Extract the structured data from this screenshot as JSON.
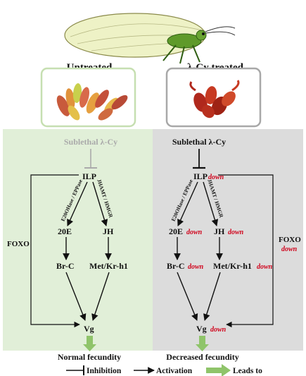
{
  "headers": {
    "left": "Untreated",
    "right": "λ-Cy treated"
  },
  "left": {
    "top_label": "Sublethal λ-Cy",
    "ilp": "ILP",
    "enz1": "E20OHase / EPPase",
    "enz2": "JHAMT / HMGR",
    "e20": "20E",
    "jh": "JH",
    "brc": "Br-C",
    "met": "Met/Kr-h1",
    "vg": "Vg",
    "foxo": "FOXO",
    "outcome": "Normal fecundity"
  },
  "right": {
    "top_label": "Sublethal λ-Cy",
    "ilp": "ILP",
    "enz1": "E20OHase / EPPase",
    "enz2": "JHAMT / HMGR",
    "e20": "20E",
    "jh": "JH",
    "brc": "Br-C",
    "met": "Met/Kr-h1",
    "vg": "Vg",
    "foxo": "FOXO",
    "down": "down",
    "outcome": "Decreased fecundity"
  },
  "legend": {
    "inhibition": "Inhibition",
    "activation": "Activation",
    "leads_to": "Leads to"
  },
  "colors": {
    "left_panel": "#e1efd8",
    "right_panel": "#dcdcdc",
    "down_text": "#d0021b",
    "leads_arrow": "#8fc46a",
    "untreated_frame": "#c6dfb1",
    "treated_frame": "#a8a8a8"
  }
}
